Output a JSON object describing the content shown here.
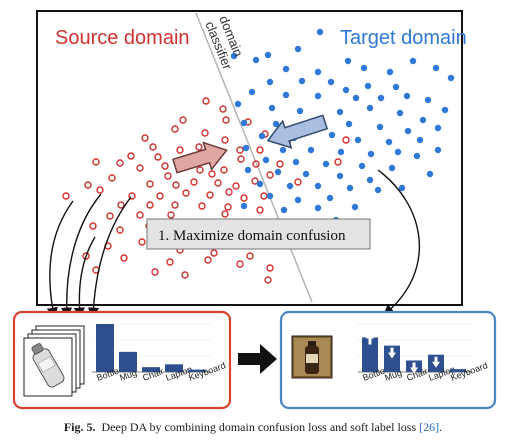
{
  "figure": {
    "source_label": "Source domain",
    "target_label": "Target domain",
    "classifier_line1": "domain",
    "classifier_line2": "classifier",
    "confusion_label": "1. Maximize domain confusion",
    "colors": {
      "source": "#d0322f",
      "target": "#2f78d6",
      "bar": "#2d4f8f",
      "source_panel": "#d9422f",
      "target_panel": "#4a86c8"
    },
    "source_panel": {
      "categories": [
        "Bottle",
        "Mug",
        "Chair",
        "Laptop",
        "Keyboard"
      ],
      "values": [
        1.0,
        0.42,
        0.1,
        0.16,
        0.05
      ]
    },
    "target_panel": {
      "categories": [
        "Bottle",
        "Mug",
        "Chair",
        "Laptop",
        "Keyboard"
      ],
      "values": [
        0.72,
        0.55,
        0.24,
        0.36,
        0.06
      ]
    }
  },
  "caption": {
    "fig_label": "Fig. 5.",
    "text": "Deep DA by combining domain confusion loss and soft label loss",
    "ref": "[26]",
    "end": "."
  }
}
